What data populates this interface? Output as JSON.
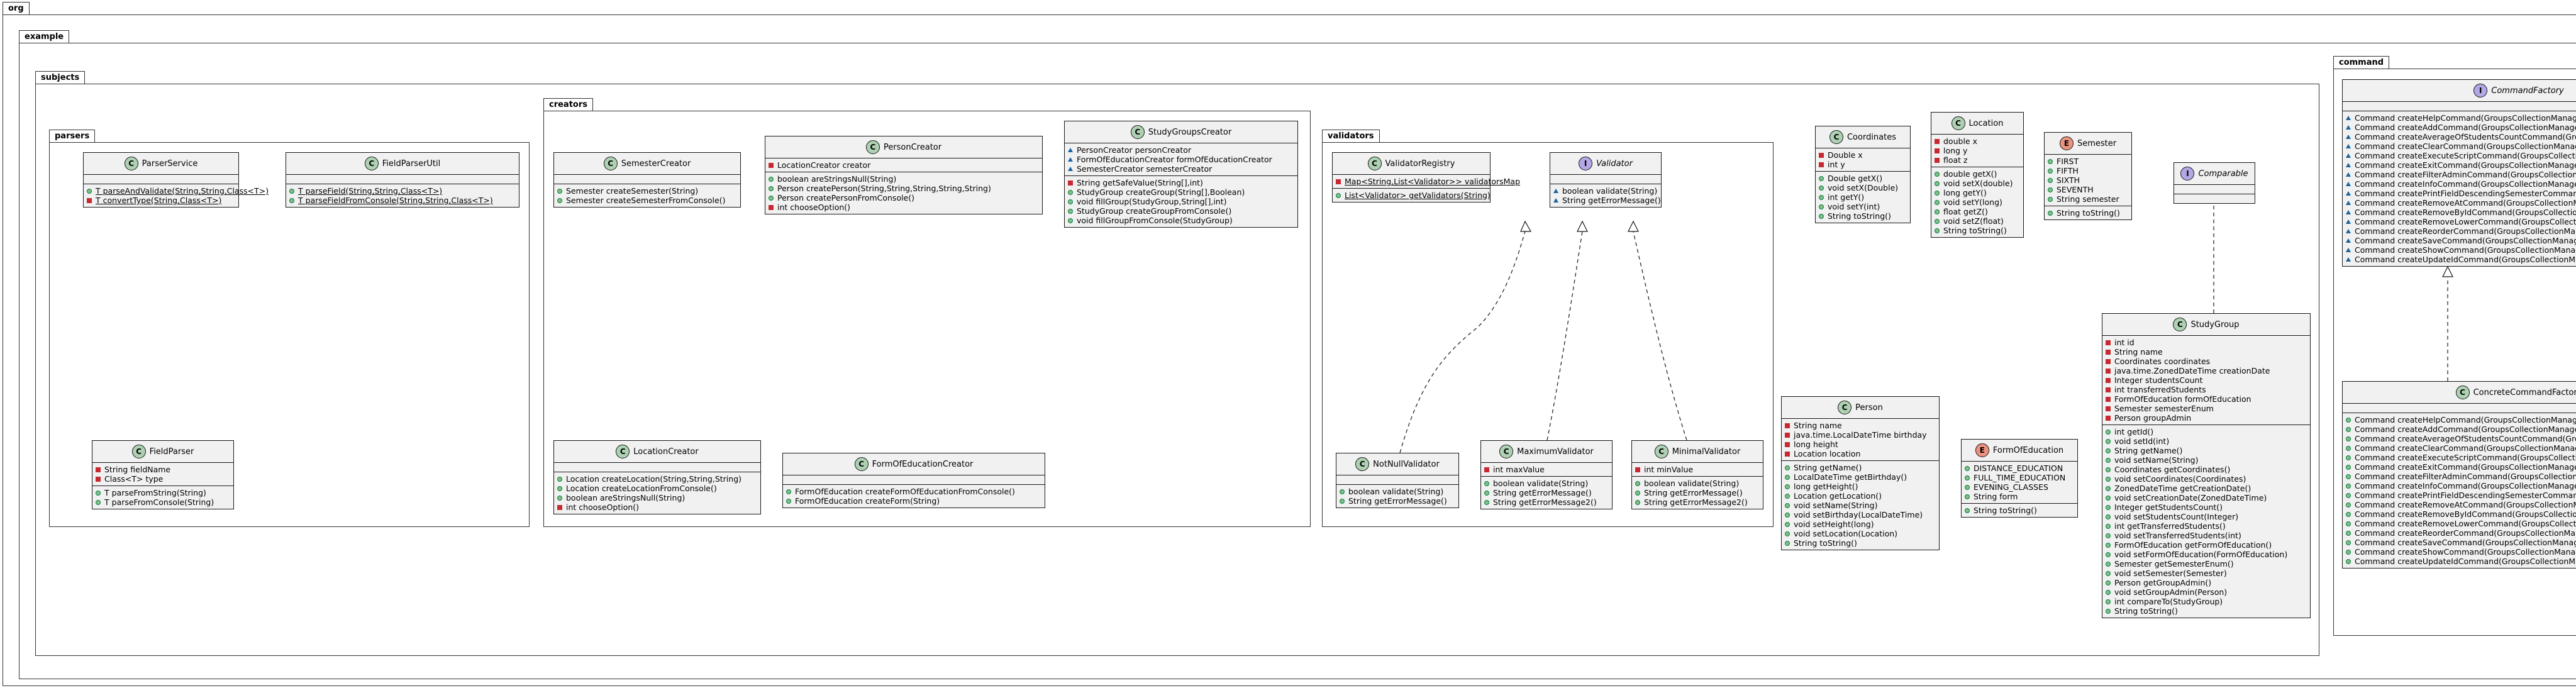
{
  "packages": {
    "org": "org",
    "example": "example",
    "subjects": "subjects",
    "parsers": "parsers",
    "creators": "creators",
    "validators": "validators",
    "command": "command"
  },
  "colors": {
    "class_badge": "#add1b2",
    "interface_badge": "#b4a7e5",
    "enum_badge": "#eb937f",
    "public": "#84be84",
    "private": "#c82930",
    "package": "#1963a0"
  },
  "classes": {
    "ParserService": {
      "kind": "C",
      "name": "ParserService",
      "fields": [],
      "methods": [
        {
          "v": "pub",
          "t": "T parseAndValidate(String,String,Class<T>)",
          "u": true
        },
        {
          "v": "priv",
          "t": "T convertType(String,Class<T>)",
          "u": true
        }
      ]
    },
    "FieldParserUtil": {
      "kind": "C",
      "name": "FieldParserUtil",
      "fields": [],
      "methods": [
        {
          "v": "pub",
          "t": "T parseField(String,String,Class<T>)",
          "u": true
        },
        {
          "v": "pub",
          "t": "T parseFieldFromConsole(String,String,Class<T>)",
          "u": true
        }
      ]
    },
    "FieldParser": {
      "kind": "C",
      "name": "FieldParser",
      "fields": [
        {
          "v": "priv",
          "t": "String fieldName"
        },
        {
          "v": "priv",
          "t": "Class<T> type"
        }
      ],
      "methods": [
        {
          "v": "pub",
          "t": "T parseFromString(String)"
        },
        {
          "v": "pub",
          "t": "T parseFromConsole(String)"
        }
      ]
    },
    "SemesterCreator": {
      "kind": "C",
      "name": "SemesterCreator",
      "fields": [],
      "methods": [
        {
          "v": "pub",
          "t": "Semester createSemester(String)"
        },
        {
          "v": "pub",
          "t": "Semester createSemesterFromConsole()"
        }
      ]
    },
    "PersonCreator": {
      "kind": "C",
      "name": "PersonCreator",
      "fields": [
        {
          "v": "priv",
          "t": "LocationCreator creator"
        }
      ],
      "methods": [
        {
          "v": "pub",
          "t": "boolean areStringsNull(String)"
        },
        {
          "v": "pub",
          "t": "Person createPerson(String,String,String,String,String)"
        },
        {
          "v": "pub",
          "t": "Person createPersonFromConsole()"
        },
        {
          "v": "priv",
          "t": "int chooseOption()"
        }
      ]
    },
    "StudyGroupsCreator": {
      "kind": "C",
      "name": "StudyGroupsCreator",
      "fields": [
        {
          "v": "pkg",
          "t": "PersonCreator personCreator"
        },
        {
          "v": "pkg",
          "t": "FormOfEducationCreator formOfEducationCreator"
        },
        {
          "v": "pkg",
          "t": "SemesterCreator semesterCreator"
        }
      ],
      "methods": [
        {
          "v": "priv",
          "t": "String getSafeValue(String[],int)"
        },
        {
          "v": "pub",
          "t": "StudyGroup createGroup(String[],Boolean)"
        },
        {
          "v": "pub",
          "t": "void fillGroup(StudyGroup,String[],int)"
        },
        {
          "v": "pub",
          "t": "StudyGroup createGroupFromConsole()"
        },
        {
          "v": "pub",
          "t": "void fillGroupFromConsole(StudyGroup)"
        }
      ]
    },
    "LocationCreator": {
      "kind": "C",
      "name": "LocationCreator",
      "fields": [],
      "methods": [
        {
          "v": "pub",
          "t": "Location createLocation(String,String,String)"
        },
        {
          "v": "pub",
          "t": "Location createLocationFromConsole()"
        },
        {
          "v": "pub",
          "t": "boolean areStringsNull(String)"
        },
        {
          "v": "priv",
          "t": "int chooseOption()"
        }
      ]
    },
    "FormOfEducationCreator": {
      "kind": "C",
      "name": "FormOfEducationCreator",
      "fields": [],
      "methods": [
        {
          "v": "pub",
          "t": "FormOfEducation createFormOfEducationFromConsole()"
        },
        {
          "v": "pub",
          "t": "FormOfEducation createForm(String)"
        }
      ]
    },
    "ValidatorRegistry": {
      "kind": "C",
      "name": "ValidatorRegistry",
      "fields": [
        {
          "v": "priv",
          "t": "Map<String,List<Validator>> validatorsMap",
          "u": true
        }
      ],
      "methods": [
        {
          "v": "pub",
          "t": "List<Validator> getValidators(String)",
          "u": true
        }
      ]
    },
    "Validator": {
      "kind": "I",
      "name": "Validator",
      "fields": [],
      "methods": [
        {
          "v": "pkg",
          "t": "boolean validate(String)"
        },
        {
          "v": "pkg",
          "t": "String getErrorMessage()"
        }
      ]
    },
    "NotNullValidator": {
      "kind": "C",
      "name": "NotNullValidator",
      "fields": [],
      "methods": [
        {
          "v": "pub",
          "t": "boolean validate(String)"
        },
        {
          "v": "pub",
          "t": "String getErrorMessage()"
        }
      ]
    },
    "MaximumValidator": {
      "kind": "C",
      "name": "MaximumValidator",
      "fields": [
        {
          "v": "priv",
          "t": "int maxValue"
        }
      ],
      "methods": [
        {
          "v": "pub",
          "t": "boolean validate(String)"
        },
        {
          "v": "pub",
          "t": "String getErrorMessage()"
        },
        {
          "v": "pub",
          "t": "String getErrorMessage2()"
        }
      ]
    },
    "MinimalValidator": {
      "kind": "C",
      "name": "MinimalValidator",
      "fields": [
        {
          "v": "priv",
          "t": "int minValue"
        }
      ],
      "methods": [
        {
          "v": "pub",
          "t": "boolean validate(String)"
        },
        {
          "v": "pub",
          "t": "String getErrorMessage()"
        },
        {
          "v": "pub",
          "t": "String getErrorMessage2()"
        }
      ]
    },
    "Coordinates": {
      "kind": "C",
      "name": "Coordinates",
      "fields": [
        {
          "v": "priv",
          "t": "Double x"
        },
        {
          "v": "priv",
          "t": "int y"
        }
      ],
      "methods": [
        {
          "v": "pub",
          "t": "Double getX()"
        },
        {
          "v": "pub",
          "t": "void setX(Double)"
        },
        {
          "v": "pub",
          "t": "int getY()"
        },
        {
          "v": "pub",
          "t": "void setY(int)"
        },
        {
          "v": "pub",
          "t": "String toString()"
        }
      ]
    },
    "Location": {
      "kind": "C",
      "name": "Location",
      "fields": [
        {
          "v": "priv",
          "t": "double x"
        },
        {
          "v": "priv",
          "t": "long y"
        },
        {
          "v": "priv",
          "t": "float z"
        }
      ],
      "methods": [
        {
          "v": "pub",
          "t": "double getX()"
        },
        {
          "v": "pub",
          "t": "void setX(double)"
        },
        {
          "v": "pub",
          "t": "long getY()"
        },
        {
          "v": "pub",
          "t": "void setY(long)"
        },
        {
          "v": "pub",
          "t": "float getZ()"
        },
        {
          "v": "pub",
          "t": "void setZ(float)"
        },
        {
          "v": "pub",
          "t": "String toString()"
        }
      ]
    },
    "Semester": {
      "kind": "E",
      "name": "Semester",
      "fields": [
        {
          "v": "pub",
          "t": "FIRST"
        },
        {
          "v": "pub",
          "t": "FIFTH"
        },
        {
          "v": "pub",
          "t": "SIXTH"
        },
        {
          "v": "pub",
          "t": "SEVENTH"
        },
        {
          "v": "pub",
          "t": "String semester"
        }
      ],
      "methods": [
        {
          "v": "pub",
          "t": "String toString()"
        }
      ]
    },
    "Comparable": {
      "kind": "I",
      "name": "Comparable",
      "fields": [],
      "methods": []
    },
    "Person": {
      "kind": "C",
      "name": "Person",
      "fields": [
        {
          "v": "priv",
          "t": "String name"
        },
        {
          "v": "priv",
          "t": "java.time.LocalDateTime birthday"
        },
        {
          "v": "priv",
          "t": "long height"
        },
        {
          "v": "priv",
          "t": "Location location"
        }
      ],
      "methods": [
        {
          "v": "pub",
          "t": "String getName()"
        },
        {
          "v": "pub",
          "t": "LocalDateTime getBirthday()"
        },
        {
          "v": "pub",
          "t": "long getHeight()"
        },
        {
          "v": "pub",
          "t": "Location getLocation()"
        },
        {
          "v": "pub",
          "t": "void setName(String)"
        },
        {
          "v": "pub",
          "t": "void setBirthday(LocalDateTime)"
        },
        {
          "v": "pub",
          "t": "void setHeight(long)"
        },
        {
          "v": "pub",
          "t": "void setLocation(Location)"
        },
        {
          "v": "pub",
          "t": "String toString()"
        }
      ]
    },
    "FormOfEducation": {
      "kind": "E",
      "name": "FormOfEducation",
      "fields": [
        {
          "v": "pub",
          "t": "DISTANCE_EDUCATION"
        },
        {
          "v": "pub",
          "t": "FULL_TIME_EDUCATION"
        },
        {
          "v": "pub",
          "t": "EVENING_CLASSES"
        },
        {
          "v": "pub",
          "t": "String form"
        }
      ],
      "methods": [
        {
          "v": "pub",
          "t": "String toString()"
        }
      ]
    },
    "StudyGroup": {
      "kind": "C",
      "name": "StudyGroup",
      "fields": [
        {
          "v": "priv",
          "t": "int id"
        },
        {
          "v": "priv",
          "t": "String name"
        },
        {
          "v": "priv",
          "t": "Coordinates coordinates"
        },
        {
          "v": "priv",
          "t": "java.time.ZonedDateTime creationDate"
        },
        {
          "v": "priv",
          "t": "Integer studentsCount"
        },
        {
          "v": "priv",
          "t": "int transferredStudents"
        },
        {
          "v": "priv",
          "t": "FormOfEducation formOfEducation"
        },
        {
          "v": "priv",
          "t": "Semester semesterEnum"
        },
        {
          "v": "priv",
          "t": "Person groupAdmin"
        }
      ],
      "methods": [
        {
          "v": "pub",
          "t": "int getId()"
        },
        {
          "v": "pub",
          "t": "void setId(int)"
        },
        {
          "v": "pub",
          "t": "String getName()"
        },
        {
          "v": "pub",
          "t": "void setName(String)"
        },
        {
          "v": "pub",
          "t": "Coordinates getCoordinates()"
        },
        {
          "v": "pub",
          "t": "void setCoordinates(Coordinates)"
        },
        {
          "v": "pub",
          "t": "ZonedDateTime getCreationDate()"
        },
        {
          "v": "pub",
          "t": "void setCreationDate(ZonedDateTime)"
        },
        {
          "v": "pub",
          "t": "Integer getStudentsCount()"
        },
        {
          "v": "pub",
          "t": "void setStudentsCount(Integer)"
        },
        {
          "v": "pub",
          "t": "int getTransferredStudents()"
        },
        {
          "v": "pub",
          "t": "void setTransferredStudents(int)"
        },
        {
          "v": "pub",
          "t": "FormOfEducation getFormOfEducation()"
        },
        {
          "v": "pub",
          "t": "void setFormOfEducation(FormOfEducation)"
        },
        {
          "v": "pub",
          "t": "Semester getSemesterEnum()"
        },
        {
          "v": "pub",
          "t": "void setSemester(Semester)"
        },
        {
          "v": "pub",
          "t": "Person getGroupAdmin()"
        },
        {
          "v": "pub",
          "t": "void setGroupAdmin(Person)"
        },
        {
          "v": "pub",
          "t": "int compareTo(StudyGroup)"
        },
        {
          "v": "pub",
          "t": "String toString()"
        }
      ]
    },
    "CommandFactory": {
      "kind": "I",
      "name": "CommandFactory",
      "fields": [],
      "methods": [
        {
          "v": "pkg",
          "t": "Command createHelpCommand(GroupsCollectionManager)"
        },
        {
          "v": "pkg",
          "t": "Command createAddCommand(GroupsCollectionManager)"
        },
        {
          "v": "pkg",
          "t": "Command createAverageOfStudentsCountCommand(GroupsCollectionManager)"
        },
        {
          "v": "pkg",
          "t": "Command createClearCommand(GroupsCollectionManager)"
        },
        {
          "v": "pkg",
          "t": "Command createExecuteScriptCommand(GroupsCollectionManager)"
        },
        {
          "v": "pkg",
          "t": "Command createExitCommand(GroupsCollectionManager)"
        },
        {
          "v": "pkg",
          "t": "Command createFilterAdminCommand(GroupsCollectionManager)"
        },
        {
          "v": "pkg",
          "t": "Command createInfoCommand(GroupsCollectionManager)"
        },
        {
          "v": "pkg",
          "t": "Command createPrintFieldDescendingSemesterCommand(GroupsCollectionManager)"
        },
        {
          "v": "pkg",
          "t": "Command createRemoveAtCommand(GroupsCollectionManager)"
        },
        {
          "v": "pkg",
          "t": "Command createRemoveByIdCommand(GroupsCollectionManager)"
        },
        {
          "v": "pkg",
          "t": "Command createRemoveLowerCommand(GroupsCollectionManager)"
        },
        {
          "v": "pkg",
          "t": "Command createReorderCommand(GroupsCollectionManager)"
        },
        {
          "v": "pkg",
          "t": "Command createSaveCommand(GroupsCollectionManager)"
        },
        {
          "v": "pkg",
          "t": "Command createShowCommand(GroupsCollectionManager)"
        },
        {
          "v": "pkg",
          "t": "Command createUpdateIdCommand(GroupsCollectionManager)"
        }
      ]
    },
    "ConcreteCommandFactory": {
      "kind": "C",
      "name": "ConcreteCommandFactory",
      "fields": [],
      "methods": [
        {
          "v": "pub",
          "t": "Command createHelpCommand(GroupsCollectionManager)"
        },
        {
          "v": "pub",
          "t": "Command createAddCommand(GroupsCollectionManager)"
        },
        {
          "v": "pub",
          "t": "Command createAverageOfStudentsCountCommand(GroupsCollectionManager)"
        },
        {
          "v": "pub",
          "t": "Command createClearCommand(GroupsCollectionManager)"
        },
        {
          "v": "pub",
          "t": "Command createExecuteScriptCommand(GroupsCollectionManager)"
        },
        {
          "v": "pub",
          "t": "Command createExitCommand(GroupsCollectionManager)"
        },
        {
          "v": "pub",
          "t": "Command createFilterAdminCommand(GroupsCollectionManager)"
        },
        {
          "v": "pub",
          "t": "Command createInfoCommand(GroupsCollectionManager)"
        },
        {
          "v": "pub",
          "t": "Command createPrintFieldDescendingSemesterCommand(GroupsCollectionManager)"
        },
        {
          "v": "pub",
          "t": "Command createRemoveAtCommand(GroupsCollectionManager)"
        },
        {
          "v": "pub",
          "t": "Command createRemoveByIdCommand(GroupsCollectionManager)"
        },
        {
          "v": "pub",
          "t": "Command createRemoveLowerCommand(GroupsCollectionManager)"
        },
        {
          "v": "pub",
          "t": "Command createReorderCommand(GroupsCollectionManager)"
        },
        {
          "v": "pub",
          "t": "Command createSaveCommand(GroupsCollectionManager)"
        },
        {
          "v": "pub",
          "t": "Command createShowCommand(GroupsCollectionManager)"
        },
        {
          "v": "pub",
          "t": "Command createUpdateIdCommand(GroupsCollectionManager)"
        }
      ]
    }
  }
}
